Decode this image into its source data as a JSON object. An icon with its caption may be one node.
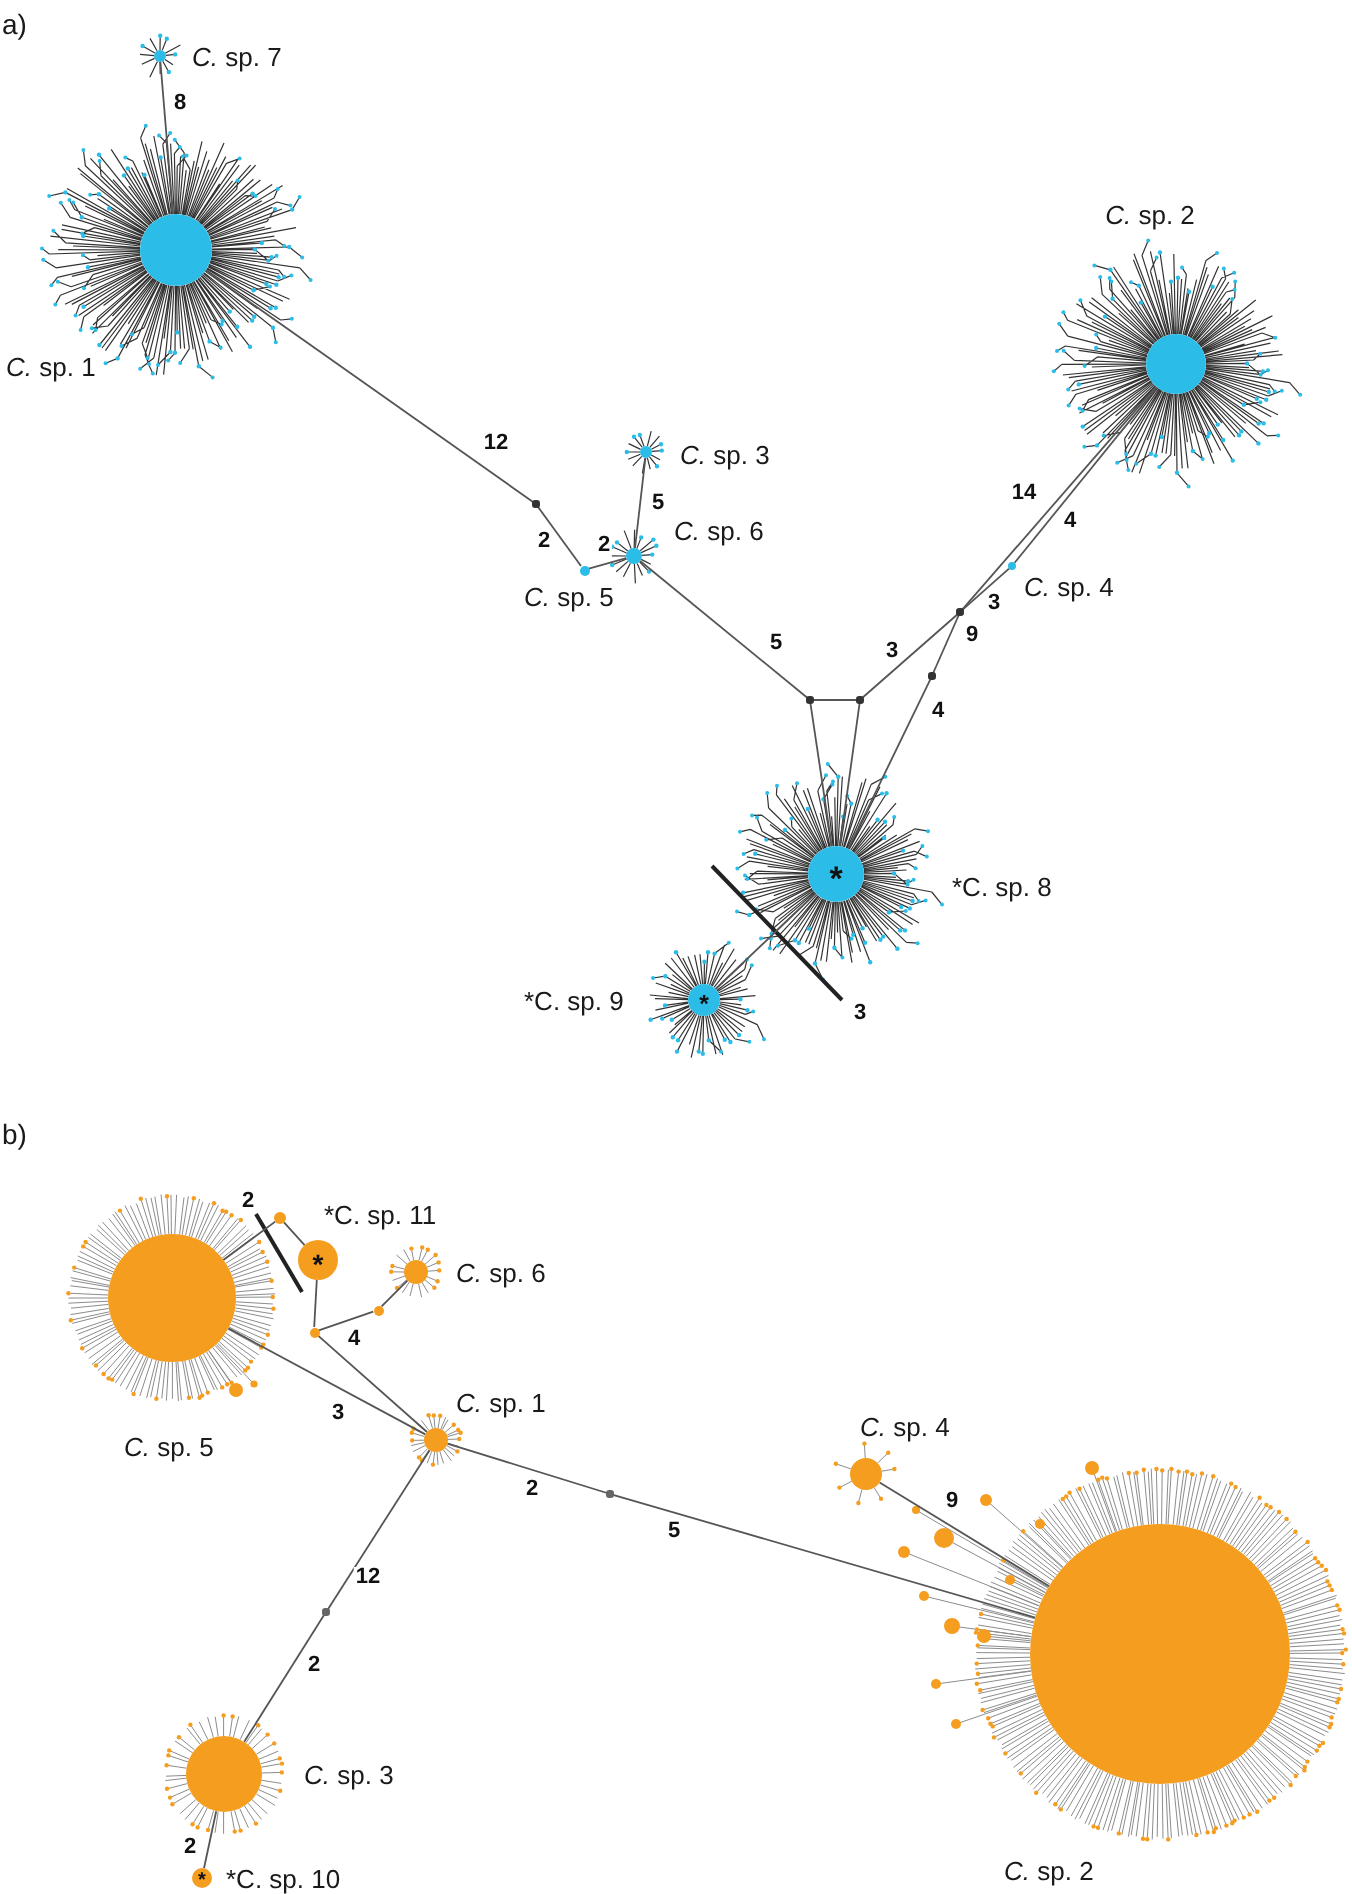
{
  "diagram": {
    "nodes": [
      {
        "text": [],
        "shape": "circle",
        "beside": [
          "*C.* sp. 7"
        ]
      },
      {
        "text": [],
        "shape": "circle",
        "beside": [
          "*C.* sp. 1"
        ]
      },
      {
        "text": [],
        "shape": "circle",
        "beside": [
          "*C.* sp. 2"
        ]
      },
      {
        "text": [],
        "shape": "circle",
        "beside": [
          "*C.* sp. 3"
        ]
      },
      {
        "text": [],
        "shape": "circle"
      },
      {
        "text": [],
        "shape": "circle",
        "beside": [
          "*C.* sp. 5"
        ]
      },
      {
        "text": [],
        "shape": "circle",
        "beside": [
          "*C.* sp. 6"
        ]
      },
      {
        "text": [],
        "shape": "circle",
        "beside": [
          "*C.* sp. 4"
        ]
      },
      {
        "text": [],
        "shape": "circle"
      },
      {
        "text": [],
        "shape": "circle"
      },
      {
        "text": [],
        "shape": "circle"
      },
      {
        "text": [],
        "shape": "circle"
      },
      {
        "text": [
          "*"
        ],
        "beside": [
          "*C. sp. 8"
        ]
      },
      {
        "text": [
          "*"
        ],
        "beside": [
          "*C. sp. 9"
        ]
      },
      {
        "text": [
          "*"
        ],
        "beside": [
          "*C. sp. 11"
        ]
      },
      {
        "text": [],
        "shape": "circle"
      },
      {
        "text": [],
        "shape": "circle",
        "beside": [
          "*C.* sp. 5"
        ]
      },
      {
        "text": [],
        "shape": "circle",
        "beside": [
          "*C.* sp. 6"
        ]
      },
      {
        "text": [],
        "shape": "circle"
      },
      {
        "text": [],
        "shape": "circle"
      },
      {
        "text": [],
        "shape": "circle",
        "beside": [
          "*C.* sp. 1"
        ]
      },
      {
        "text": [],
        "shape": "circle",
        "beside": [
          "*C.* sp. 4"
        ]
      },
      {
        "text": [],
        "shape": "circle"
      },
      {
        "text": [],
        "shape": "circle"
      },
      {
        "text": [],
        "shape": "circle",
        "beside": [
          "*C.* sp. 2"
        ]
      },
      {
        "text": [],
        "shape": "circle",
        "beside": [
          "*C.* sp. 3"
        ]
      },
      {
        "text": [
          "*"
        ],
        "beside": [
          "*C. sp. 10"
        ]
      }
    ],
    "edges": [
      {
        "from": 0,
        "to": 1,
        "arrow": "none",
        "label": "8"
      },
      {
        "from": 1,
        "to": 4,
        "arrow": "none",
        "label": "12"
      },
      {
        "from": 4,
        "to": 5,
        "arrow": "none",
        "label": "2"
      },
      {
        "from": 5,
        "to": 6,
        "arrow": "none",
        "label": "2"
      },
      {
        "from": 3,
        "to": 6,
        "arrow": "none",
        "label": "5"
      },
      {
        "from": 6,
        "to": 10,
        "arrow": "none",
        "label": "5"
      },
      {
        "from": 10,
        "to": 11,
        "arrow": "none"
      },
      {
        "from": 11,
        "to": 8,
        "arrow": "none",
        "label": "3"
      },
      {
        "from": 12,
        "to": 9,
        "arrow": "none",
        "label": "4"
      },
      {
        "from": 9,
        "to": 8,
        "arrow": "none",
        "label": "9"
      },
      {
        "from": 8,
        "to": 7,
        "arrow": "none",
        "label": "3"
      },
      {
        "from": 7,
        "to": 2,
        "arrow": "none",
        "label": "4"
      },
      {
        "from": 8,
        "to": 2,
        "arrow": "none",
        "label": "14"
      },
      {
        "from": 10,
        "to": 12,
        "arrow": "none"
      },
      {
        "from": 11,
        "to": 12,
        "arrow": "none"
      },
      {
        "from": 12,
        "to": 13,
        "arrow": "none"
      },
      {
        "from": 16,
        "to": 15,
        "arrow": "none"
      },
      {
        "from": 15,
        "to": 14,
        "arrow": "none"
      },
      {
        "from": 14,
        "to": 19,
        "arrow": "none"
      },
      {
        "from": 17,
        "to": 18,
        "arrow": "none"
      },
      {
        "from": 18,
        "to": 19,
        "arrow": "none",
        "label": "4"
      },
      {
        "from": 19,
        "to": 20,
        "arrow": "none"
      },
      {
        "from": 16,
        "to": 20,
        "arrow": "none",
        "label": "3"
      },
      {
        "from": 20,
        "to": 22,
        "arrow": "none",
        "label": "2"
      },
      {
        "from": 22,
        "to": 24,
        "arrow": "none",
        "label": "5"
      },
      {
        "from": 21,
        "to": 24,
        "arrow": "none",
        "label": "9"
      },
      {
        "from": 20,
        "to": 23,
        "arrow": "none",
        "label": "12"
      },
      {
        "from": 23,
        "to": 25,
        "arrow": "none",
        "label": "2"
      },
      {
        "from": 25,
        "to": 26,
        "arrow": "none",
        "label": "2"
      }
    ],
    "labels": [
      "a)",
      "3",
      "b)",
      "2"
    ]
  }
}
